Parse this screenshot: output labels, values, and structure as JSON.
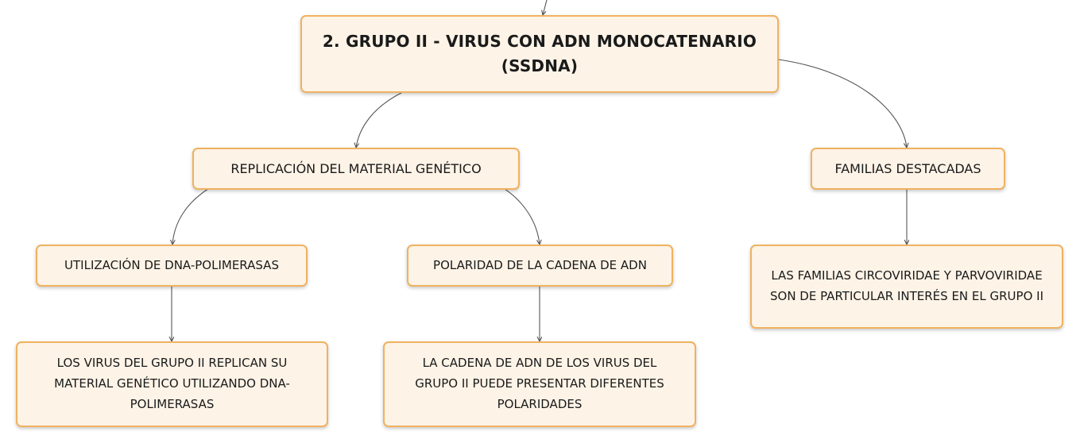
{
  "colors": {
    "node_fill": "#fdf3e7",
    "node_border": "#f0b25f",
    "connector": "#555555"
  },
  "root": {
    "label": "2. GRUPO II - VIRUS CON ADN MONOCATENARIO (SSDNA)"
  },
  "replicacion": {
    "label": "REPLICACIÓN DEL MATERIAL GENÉTICO",
    "polimerasas": {
      "label": "UTILIZACIÓN DE DNA-POLIMERASAS",
      "detail": "LOS VIRUS DEL GRUPO II REPLICAN SU MATERIAL GENÉTICO UTILIZANDO DNA-POLIMERASAS"
    },
    "polaridad": {
      "label": "POLARIDAD DE LA CADENA DE ADN",
      "detail": "LA CADENA DE ADN DE LOS VIRUS DEL GRUPO II PUEDE PRESENTAR DIFERENTES POLARIDADES"
    }
  },
  "familias": {
    "label": "FAMILIAS DESTACADAS",
    "detail": "LAS FAMILIAS CIRCOVIRIDAE Y PARVOVIRIDAE SON DE PARTICULAR INTERÉS EN EL GRUPO II"
  }
}
